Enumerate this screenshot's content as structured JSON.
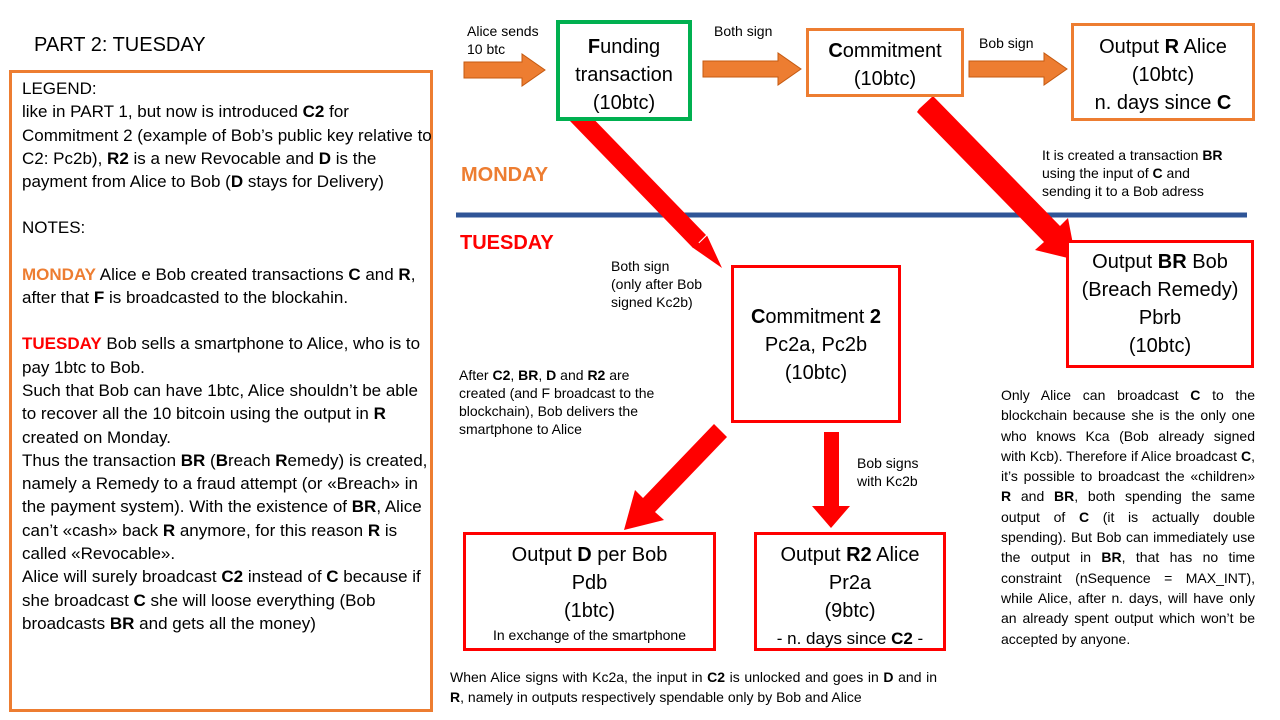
{
  "title": "PART 2: TUESDAY",
  "legend": {
    "l1": "LEGEND:",
    "l2a": "like in PART 1, but now is introduced ",
    "l2b": "C2",
    "l2c": " for Commitment 2 (example of Bob’s public key relative to C2: Pc2b), ",
    "l2d": "R2",
    "l2e": " is a new Revocable and ",
    "l2f": "D",
    "l2g": " is the payment from Alice to Bob (",
    "l2h": "D",
    "l2i": " stays for Delivery)",
    "notes": "NOTES:",
    "mon_word": "MONDAY",
    "mon_a": " Alice e Bob created transactions ",
    "mon_b": "C",
    "mon_c": "  and ",
    "mon_d": "R",
    "mon_e": ", after that ",
    "mon_f": "F",
    "mon_g": " is broadcasted to the blockahin.",
    "tue_word": "TUESDAY",
    "tue_a": " Bob sells a smartphone to Alice, who is to pay 1btc to Bob.",
    "tue_b": "Such that Bob can have 1btc, Alice shouldn’t be able to recover all the 10 bitcoin using the output in ",
    "tue_c": "R",
    "tue_d": " created on Monday.",
    "tue_e": "Thus the transaction ",
    "tue_f": "BR",
    "tue_g": " (",
    "tue_h": "B",
    "tue_i": "reach ",
    "tue_j": "R",
    "tue_k": "emedy) is created, namely a Remedy to a fraud attempt (or «Breach» in the payment system). With the existence of ",
    "tue_l": "BR",
    "tue_m": ", Alice can’t «cash» back ",
    "tue_n": "R",
    "tue_o": " anymore, for this reason ",
    "tue_p": "R",
    "tue_q": " is called «Revocable».",
    "tue_r": "Alice will surely broadcast ",
    "tue_s": "C2",
    "tue_t": " instead of ",
    "tue_u": "C",
    "tue_v": " because if she broadcast ",
    "tue_w": "C",
    "tue_x": " she will loose everything (Bob broadcasts ",
    "tue_y": "BR",
    "tue_z": " and gets all the money)"
  },
  "day_labels": {
    "monday": "MONDAY",
    "tuesday": "TUESDAY"
  },
  "boxes": {
    "funding": {
      "f": "F",
      "rest": "unding",
      "l2": "transaction",
      "l3": "(10btc)"
    },
    "commitment": {
      "c": "C",
      "rest": "ommitment",
      "l2": "(10btc)"
    },
    "output_r": {
      "a": "Output ",
      "b": "R",
      "c": " Alice",
      "l2": "(10btc)",
      "l3a": "n. days since ",
      "l3b": "C"
    },
    "output_br": {
      "a": "Output ",
      "b": "BR",
      "c": " Bob",
      "l2": "(Breach Remedy)",
      "l3": "Pbrb",
      "l4": "(10btc)"
    },
    "commitment2": {
      "c": "C",
      "rest": "ommitment ",
      "two": "2",
      "l2": "Pc2a, Pc2b",
      "l3": "(10btc)"
    },
    "output_d": {
      "a": "Output ",
      "b": "D",
      "c": " per Bob",
      "l2": "Pdb",
      "l3": "(1btc)",
      "l4": "In exchange of the smartphone"
    },
    "output_r2": {
      "a": "Output ",
      "b": "R2",
      "c": " Alice",
      "l2": "Pr2a",
      "l3": "(9btc)",
      "l4a": "- n. days since ",
      "l4b": "C2",
      "l4c": " -"
    }
  },
  "arrow_labels": {
    "alice_sends_1": "Alice sends",
    "alice_sends_2": "10 btc",
    "both_sign": "Both sign",
    "bob_sign": "Bob sign",
    "both_sign2_1": "Both sign",
    "both_sign2_2": "(only after Bob",
    "both_sign2_3": "signed Kc2b)",
    "bob_signs_1": "Bob signs",
    "bob_signs_2": "with Kc2b"
  },
  "notes": {
    "br_a": "It is created a transaction ",
    "br_b": "BR",
    "br_c": "using the input of ",
    "br_d": "C",
    "br_e": " and",
    "br_f": "sending it to a Bob adress",
    "after_a": "After ",
    "after_b": "C2",
    "after_c": ", ",
    "after_d": "BR",
    "after_e": ", ",
    "after_f": "D",
    "after_g": " and ",
    "after_h": "R2",
    "after_i": " are created (and F broadcast to the blockchain), Bob delivers the smartphone to Alice",
    "only_a": "Only Alice can broadcast ",
    "only_b": "C",
    "only_c": " to the blockchain because she is the only one who knows Kca (Bob already signed with Kcb). Therefore if Alice broadcast ",
    "only_d": "C",
    "only_e": ", it’s possible to broadcast the «children» ",
    "only_f": "R",
    "only_g": " and ",
    "only_h": "BR",
    "only_i": ", both spending the same output of ",
    "only_j": "C",
    "only_k": " (it is actually double spending). But Bob can immediately use the output in ",
    "only_l": "BR",
    "only_m": ", that has no time constraint (nSequence = MAX_INT), while Alice, after n. days, will have only an already spent output which won’t be accepted by anyone.",
    "when_a": "When Alice signs with Kc2a, the input in ",
    "when_b": "C2",
    "when_c": " is unlocked and goes in ",
    "when_d": "D",
    "when_e": " and in ",
    "when_f": "R",
    "when_g": ", namely in outputs respectively spendable only by Bob and Alice"
  },
  "colors": {
    "orange": "#ed7d31",
    "red": "#ff0000",
    "green": "#00b050",
    "blue": "#2f5597"
  }
}
